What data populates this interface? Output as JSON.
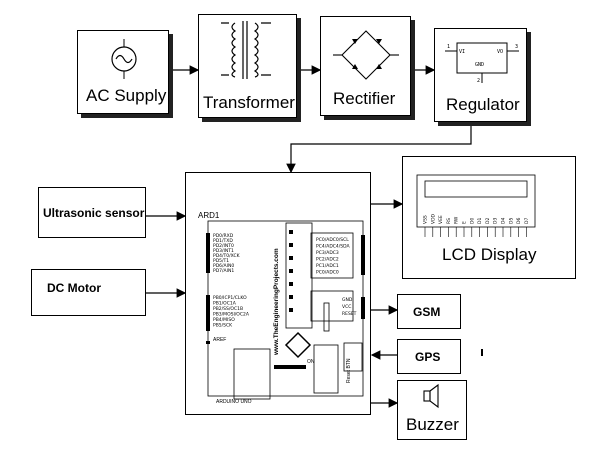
{
  "blocks": {
    "ac_supply": "AC Supply",
    "transformer": "Transformer",
    "rectifier": "Rectifier",
    "regulator": "Regulator",
    "ultrasonic": "Ultrasonic sensor",
    "dc_motor": "DC Motor",
    "lcd": "LCD Display",
    "gsm": "GSM",
    "gps": "GPS",
    "buzzer": "Buzzer"
  },
  "regulator_pins": {
    "vi": "VI",
    "vo": "VO",
    "gnd": "GND",
    "p1": "1",
    "p2": "2",
    "p3": "3"
  },
  "arduino": {
    "ref": "ARD1",
    "board": "ARDUINO UNO",
    "website": "www.TheEngineeringProjects.com",
    "reset": "Reset BTN",
    "on": "ON",
    "left_pins": [
      "PD0/RXD",
      "PD1/TXD",
      "PD2/INT0",
      "PD3/INT1",
      "PD4/T0/XCK",
      "PD5/T1",
      "PD6/AIN0",
      "PD7/AIN1"
    ],
    "left_pins2": [
      "PB0/ICP1/CLKO",
      "PB1/OC1A",
      "PB2/SS/OC1B",
      "PB3/MOSI/OC2A",
      "PB4/MISO",
      "PB5/SCK"
    ],
    "aref": "AREF",
    "right_pins": [
      "PC0/ADC0/SCL",
      "PC4/ADC4/SDA",
      "PC3/ADC3",
      "PC2/ADC2",
      "PC1/ADC1",
      "PC0/ADC0"
    ],
    "power_pins": [
      "GND",
      "VCC",
      "RESET"
    ]
  },
  "lcd_pins": [
    "VSS",
    "VDD",
    "VEE",
    "RS",
    "RW",
    "E",
    "D0",
    "D1",
    "D2",
    "D3",
    "D4",
    "D5",
    "D6",
    "D7"
  ]
}
